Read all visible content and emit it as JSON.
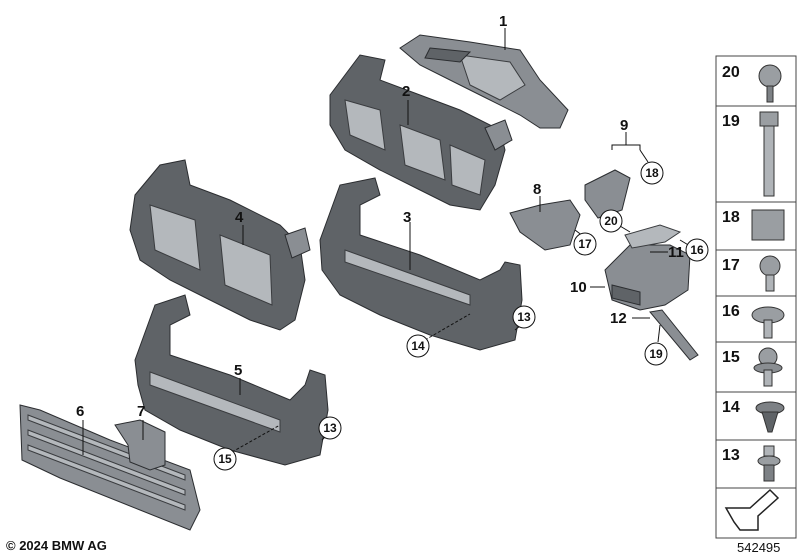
{
  "callouts": {
    "c1": "1",
    "c2": "2",
    "c3": "3",
    "c4": "4",
    "c5": "5",
    "c6": "6",
    "c7": "7",
    "c8": "8",
    "c9": "9",
    "c10": "10",
    "c11": "11",
    "c12": "12"
  },
  "circled_callouts": {
    "r18": "18",
    "r17": "17",
    "r20": "20",
    "r16": "16",
    "r19": "19",
    "r13a": "13",
    "r14": "14",
    "r15": "15",
    "r13b": "13"
  },
  "fastener_column": [
    "20",
    "19",
    "18",
    "17",
    "16",
    "15",
    "14",
    "13"
  ],
  "copyright": "© 2024 BMW AG",
  "document_number": "542495"
}
